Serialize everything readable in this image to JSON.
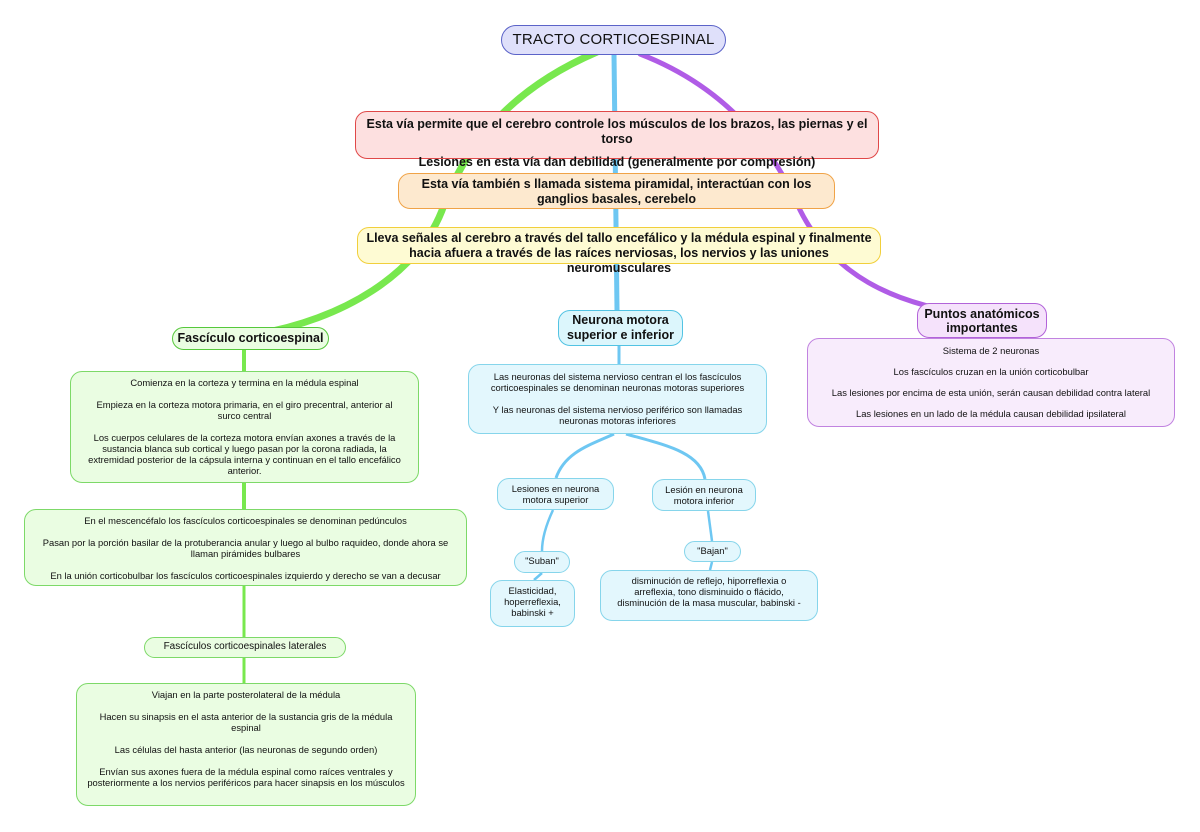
{
  "root": {
    "title": "TRACTO CORTICOESPINAL"
  },
  "intro": {
    "red_line1": "Esta vía permite que el cerebro controle los músculos de los brazos, las piernas y el torso",
    "red_line2": "Lesiones en esta vía dan debilidad (generalmente por compresión)",
    "orange": "Esta vía también s llamada sistema piramidal, interactúan con los ganglios basales, cerebelo",
    "yellow": "Lleva señales al cerebro a través del tallo encefálico y la médula espinal y finalmente hacia afuera a través de las raíces nerviosas, los nervios y las uniones neuromusculares"
  },
  "left": {
    "title": "Fascículo corticoespinal",
    "box1": [
      "Comienza en la corteza y termina en la médula espinal",
      "Empieza en la corteza motora primaria, en el giro precentral, anterior al surco central",
      "Los cuerpos celulares de la corteza motora envían axones a través de la sustancia blanca sub cortical y luego pasan por la corona radiada, la extremidad posterior de la cápsula interna y continuan en el tallo encefálico anterior."
    ],
    "box2": [
      "En el mescencéfalo los fascículos corticoespinales se denominan pedúnculos",
      "Pasan por la porción basilar de la protuberancia anular y luego al bulbo raquideo, donde ahora se llaman pirámides bulbares",
      "En la unión corticobulbar los fascículos corticoespinales izquierdo y derecho se van a decusar"
    ],
    "box3": "Fascículos corticoespinales laterales",
    "box4": [
      "Viajan en la parte posterolateral de la médula",
      "Hacen su sinapsis en el asta anterior de la sustancia gris de la médula espinal",
      "Las células del hasta anterior (las neuronas de segundo orden)",
      "Envían sus axones fuera de la médula espinal como raíces ventrales y posteriormente a los nervios periféricos para hacer sinapsis en los músculos"
    ]
  },
  "center": {
    "title": "Neurona motora superior e inferior",
    "box1": [
      "Las neuronas del sistema nervioso centran el los fascículos corticoespinales se denominan neuronas motoras superiores",
      "Y las neuronas del sistema nervioso periférico son llamadas neuronas motoras inferiores"
    ],
    "upper": "Lesiones en neurona motora superior",
    "lower": "Lesión en neurona motora inferior",
    "upper_tag": "\"Suban\"",
    "lower_tag": "\"Bajan\"",
    "upper_signs": "Elasticidad, hoperreflexia, babinski +",
    "lower_signs": "disminución de reflejo, hiporreflexia o arreflexia, tono disminuido o flácido, disminución de la masa muscular, babinski -"
  },
  "right": {
    "title": "Puntos anatómicos importantes",
    "box": [
      "Sistema de 2 neuronas",
      "Los fascículos cruzan en la unión corticobulbar",
      "Las lesiones por encima de esta unión, serán causan debilidad contra lateral",
      "Las lesiones en un lado de la médula causan debilidad ipsilateral"
    ]
  },
  "colors": {
    "green": "#78e84e",
    "blue": "#6ec7f2",
    "purple": "#b05ce6"
  }
}
